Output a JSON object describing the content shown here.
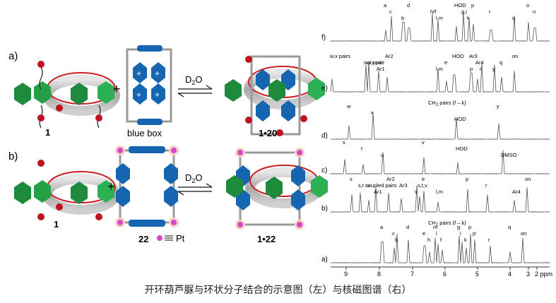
{
  "scheme": {
    "row_a_label": "a)",
    "row_b_label": "b)",
    "plus": "+",
    "equilibrium_solvent": "D",
    "equilibrium_sub": "2",
    "equilibrium_tail": "O",
    "guest_1": "1",
    "host_blue_box": "blue box",
    "complex_a": "1•20",
    "host_22": "22",
    "pt_legend": "Pt",
    "complex_b": "1•22",
    "colors": {
      "green": "#1e8a3c",
      "blue": "#1565b0",
      "red": "#c0111e",
      "gray": "#9a9a9a",
      "pt": "#d845c8",
      "ring": "#f0a070"
    }
  },
  "spectra": {
    "panels": [
      {
        "label": "f)",
        "peaks": [
          "a",
          "c",
          "b",
          "d",
          "h/f",
          "l,m",
          "HOD",
          "g,i",
          "k",
          "p",
          "r",
          "q",
          "o",
          "n"
        ]
      },
      {
        "label": "e)",
        "peaks": [
          "w,x pairs",
          "w,x pair",
          "Ar1",
          "Ar2",
          "w,x pair",
          "l,m",
          "HOD",
          "e",
          "p",
          "Ar3",
          "Ar4",
          "y",
          "on",
          "q",
          "r"
        ],
        "extra": "CH",
        "extra_sub": "2",
        "extra_tail": " pairs (f – k)"
      },
      {
        "label": "d)",
        "peaks": [
          "w",
          "x",
          "HOD",
          "y"
        ]
      },
      {
        "label": "c)",
        "peaks": [
          "s",
          "t",
          "u",
          "v",
          "HOD",
          "DMSO"
        ]
      },
      {
        "label": "b)",
        "peaks": [
          "s",
          "u",
          "Ar1",
          "Ar2",
          "Ar3",
          "v",
          "e",
          "s,t,v",
          "l,m",
          "p",
          "r",
          "Ar4",
          "on",
          "s,t coupled pairs"
        ],
        "extra": "CH",
        "extra_sub": "2",
        "extra_tail": " pairs (f – k)"
      },
      {
        "label": "a)",
        "peaks": [
          "a",
          "c",
          "b",
          "d",
          "e",
          "h",
          "m",
          "l",
          "f",
          "g",
          "i",
          "k",
          "p",
          "p'",
          "r",
          "q",
          "on"
        ]
      }
    ],
    "axis_ticks": [
      "9",
      "8",
      "7",
      "6",
      "5",
      "4",
      "3",
      "2 ppm"
    ]
  },
  "caption": "开环葫芦脲与环状分子结合的示意图（左）与核磁图谱（右）"
}
